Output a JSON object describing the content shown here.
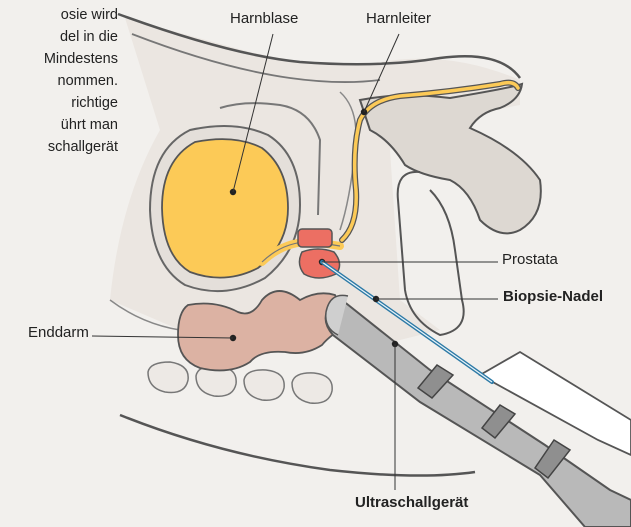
{
  "intro_lines": [
    "osie wird",
    "del in die",
    "Mindestens",
    "nommen.",
    "richtige",
    "ührt man",
    "schallgerät"
  ],
  "labels": {
    "harnblase": "Harnblase",
    "harnleiter": "Harnleiter",
    "prostata": "Prostata",
    "biopsie_nadel": "Biopsie-Nadel",
    "enddarm": "Enddarm",
    "ultraschallgeraet": "Ultraschallgerät"
  },
  "colors": {
    "background": "#f2f0ed",
    "bladder": "#fcca57",
    "prostate": "#ec6f63",
    "rectum": "#dcb2a3",
    "probe": "#b9b9b9",
    "needle": "#2d7aa6",
    "outline": "#4a4a4a"
  }
}
